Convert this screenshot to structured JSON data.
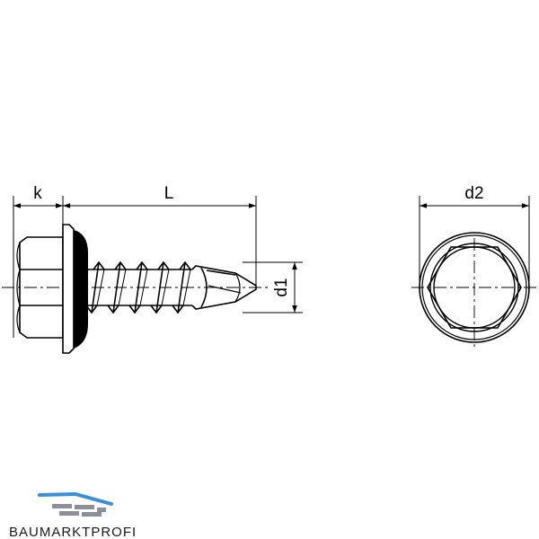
{
  "dimensions": {
    "k": "k",
    "L": "L",
    "d1": "d1",
    "d2": "d2"
  },
  "logo": {
    "text": "BAUMARKTPROFI",
    "accent_color": "#3a8fd8"
  },
  "colors": {
    "stroke": "#000000",
    "washer_seal": "#000000"
  }
}
